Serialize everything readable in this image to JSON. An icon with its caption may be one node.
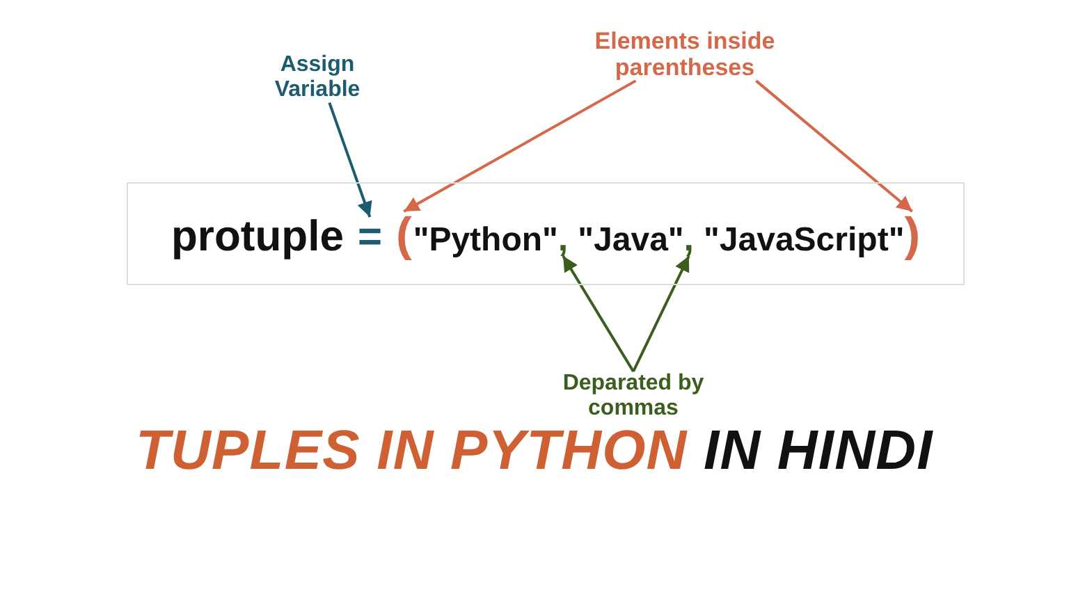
{
  "diagram": {
    "title": "TUPLES IN PYTHON IN HINDI",
    "nodes": [
      {
        "text": [
          "Assign Variable"
        ]
      },
      {
        "text": [
          "Elements inside parentheses"
        ]
      },
      {
        "text": [
          "protuple",
          "\"Python\"",
          "\"Java\"",
          "\"JavaScript\""
        ]
      },
      {
        "text": [
          "="
        ],
        "in": 2
      },
      {
        "text": [
          "("
        ],
        "in": 2
      },
      {
        "text": [
          ","
        ],
        "in": 2
      },
      {
        "text": [
          ","
        ],
        "in": 2
      },
      {
        "text": [
          ")"
        ],
        "in": 2
      },
      {
        "text": [
          "Deparated by commas"
        ]
      }
    ],
    "edges": [
      {
        "from": 0,
        "to": 3,
        "arrow": "to",
        "color": "#1d5c70"
      },
      {
        "from": 1,
        "to": 4,
        "arrow": "to",
        "color": "#d6684a"
      },
      {
        "from": 1,
        "to": 7,
        "arrow": "to",
        "color": "#d6684a"
      },
      {
        "from": 8,
        "to": 5,
        "arrow": "to",
        "color": "#3b5d1d"
      },
      {
        "from": 8,
        "to": 6,
        "arrow": "to",
        "color": "#3b5d1d"
      }
    ]
  }
}
